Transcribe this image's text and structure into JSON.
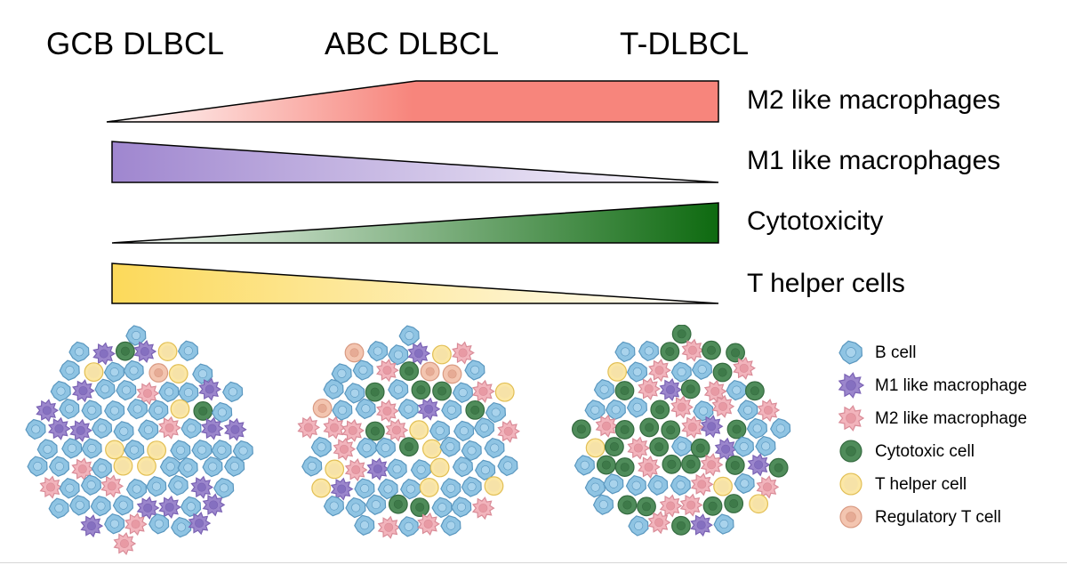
{
  "columns": [
    {
      "label": "GCB DLBCL"
    },
    {
      "label": "ABC DLBCL"
    },
    {
      "label": "T-DLBCL"
    }
  ],
  "gradients": [
    {
      "label": "M2 like macrophages",
      "direction": "increasing",
      "color": "#f7857c"
    },
    {
      "label": "M1 like macrophages",
      "direction": "decreasing",
      "color": "#9f86cf"
    },
    {
      "label": "Cytotoxicity",
      "direction": "increasing",
      "color": "#0e6a10"
    },
    {
      "label": "T helper cells",
      "direction": "decreasing",
      "color": "#fcd95a"
    }
  ],
  "legend": [
    {
      "key": "b",
      "label": "B cell",
      "icon": "b-cell-icon"
    },
    {
      "key": "m1",
      "label": "M1 like macrophage",
      "icon": "m1-macrophage-icon"
    },
    {
      "key": "m2",
      "label": "M2 like macrophage",
      "icon": "m2-macrophage-icon"
    },
    {
      "key": "cyto",
      "label": "Cytotoxic cell",
      "icon": "cytotoxic-cell-icon"
    },
    {
      "key": "th",
      "label": "T helper cell",
      "icon": "t-helper-cell-icon"
    },
    {
      "key": "treg",
      "label": "Regulatory T cell",
      "icon": "regulatory-t-cell-icon"
    }
  ],
  "colors": {
    "b": {
      "fill": "#8fc4e3",
      "stroke": "#5a97bf",
      "core": "#a9d3ec"
    },
    "m1": {
      "fill": "#9b86cc",
      "stroke": "#7a62b4",
      "core": "#8570c0"
    },
    "m2": {
      "fill": "#f2b4bc",
      "stroke": "#d98b97",
      "core": "#e89aa4"
    },
    "cyto": {
      "fill": "#4f8c5a",
      "stroke": "#356b40",
      "core": "#3e7a49"
    },
    "th": {
      "fill": "#fbe7a6",
      "stroke": "#e2bf55",
      "core": "#f6e2a8"
    },
    "treg": {
      "fill": "#f3c5b0",
      "stroke": "#d99a82",
      "core": "#e6ab95"
    }
  },
  "clusters": [
    {
      "name": "gcb-dlbcl-cluster",
      "composition": {
        "b": 0.6,
        "m1": 0.15,
        "m2": 0.05,
        "cyto": 0.03,
        "th": 0.12,
        "treg": 0.05
      }
    },
    {
      "name": "abc-dlbcl-cluster",
      "composition": {
        "b": 0.48,
        "m1": 0.07,
        "m2": 0.17,
        "cyto": 0.15,
        "th": 0.1,
        "treg": 0.03
      }
    },
    {
      "name": "t-dlbcl-cluster",
      "composition": {
        "b": 0.37,
        "m1": 0.03,
        "m2": 0.2,
        "cyto": 0.33,
        "th": 0.05,
        "treg": 0.02
      }
    }
  ]
}
